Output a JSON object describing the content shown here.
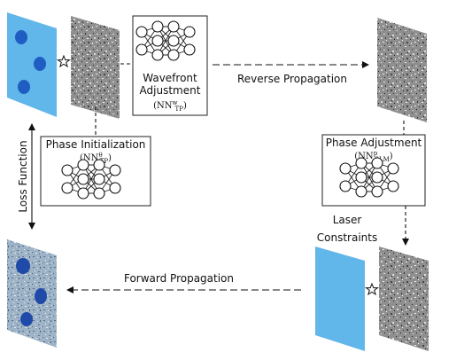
{
  "nodes": {
    "wavefront": {
      "line1": "Wavefront",
      "line2": "Adjustment",
      "notation": "(NN",
      "sup": "w",
      "sub": "TP",
      "close": ")"
    },
    "phase_init": {
      "title": "Phase Initialization",
      "notation": "(NN",
      "sup": "θ",
      "sub": "TP",
      "close": ")"
    },
    "phase_adjust": {
      "title": "Phase Adjustment",
      "notation": "(NN",
      "sup": "p",
      "sub": "SLM",
      "close": ")"
    }
  },
  "edges": {
    "reverse": "Reverse Propagation",
    "forward": "Forward Propagation",
    "loss": "Loss Function",
    "laser_line1": "Laser",
    "laser_line2": "Constraints"
  },
  "colors": {
    "accent_blue": "#61b6ea",
    "dot_blue": "#1f5dc2",
    "noise_gray": "#8f8f8f"
  }
}
